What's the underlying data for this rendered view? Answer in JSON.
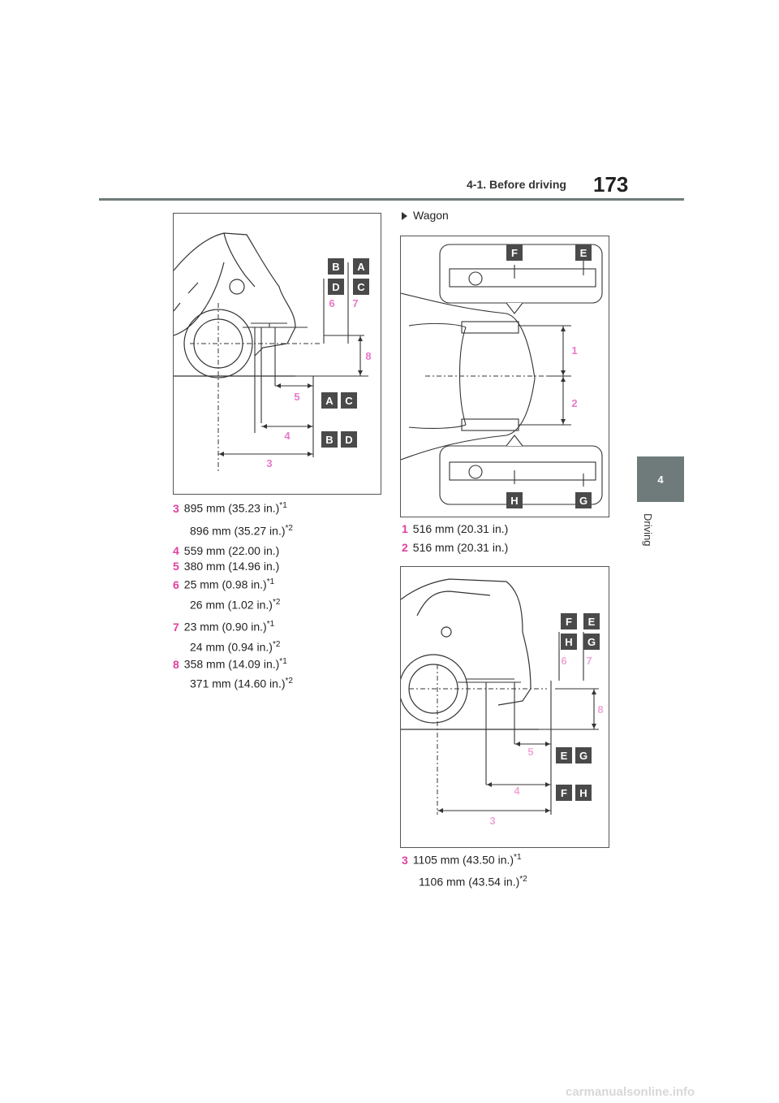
{
  "header": {
    "section": "4-1. Before driving",
    "page_number": "173"
  },
  "side_tab": {
    "chapter_number": "4",
    "chapter_label": "Driving"
  },
  "wagon_label": "Wagon",
  "figure1": {
    "labels": {
      "b": "B",
      "a": "A",
      "d": "D",
      "c": "C",
      "six": "6",
      "seven": "7",
      "eight": "8",
      "five": "5",
      "four": "4",
      "three": "3",
      "a2": "A",
      "c2": "C",
      "b2": "B",
      "d2": "D"
    }
  },
  "figure2": {
    "labels": {
      "f": "F",
      "e": "E",
      "one": "1",
      "two": "2",
      "h": "H",
      "g": "G"
    }
  },
  "figure3": {
    "labels": {
      "f": "F",
      "e": "E",
      "h": "H",
      "g": "G",
      "six": "6",
      "seven": "7",
      "eight": "8",
      "five": "5",
      "e2": "E",
      "g2": "G",
      "four": "4",
      "f2": "F",
      "h2": "H",
      "three": "3"
    }
  },
  "left_items": [
    {
      "num": "3",
      "text": "895 mm (35.23 in.)",
      "sup": "*1"
    },
    {
      "num": "",
      "text": "896 mm (35.27 in.)",
      "sup": "*2"
    },
    {
      "num": "4",
      "text": "559 mm (22.00 in.)",
      "sup": ""
    },
    {
      "num": "5",
      "text": "380 mm (14.96 in.)",
      "sup": ""
    },
    {
      "num": "6",
      "text": "25 mm (0.98 in.)",
      "sup": "*1"
    },
    {
      "num": "",
      "text": "26 mm (1.02 in.)",
      "sup": "*2"
    },
    {
      "num": "7",
      "text": "23 mm (0.90 in.)",
      "sup": "*1"
    },
    {
      "num": "",
      "text": "24 mm (0.94 in.)",
      "sup": "*2"
    },
    {
      "num": "8",
      "text": "358 mm (14.09 in.)",
      "sup": "*1"
    },
    {
      "num": "",
      "text": "371 mm (14.60 in.)",
      "sup": "*2"
    }
  ],
  "right_items_top": [
    {
      "num": "1",
      "text": "516 mm (20.31 in.)",
      "sup": ""
    },
    {
      "num": "2",
      "text": "516 mm (20.31 in.)",
      "sup": ""
    }
  ],
  "right_items_bottom": [
    {
      "num": "3",
      "text": "1105 mm (43.50 in.)",
      "sup": "*1"
    },
    {
      "num": "",
      "text": "1106 mm (43.54 in.)",
      "sup": "*2"
    }
  ],
  "watermark": "carmanualsonline.info"
}
